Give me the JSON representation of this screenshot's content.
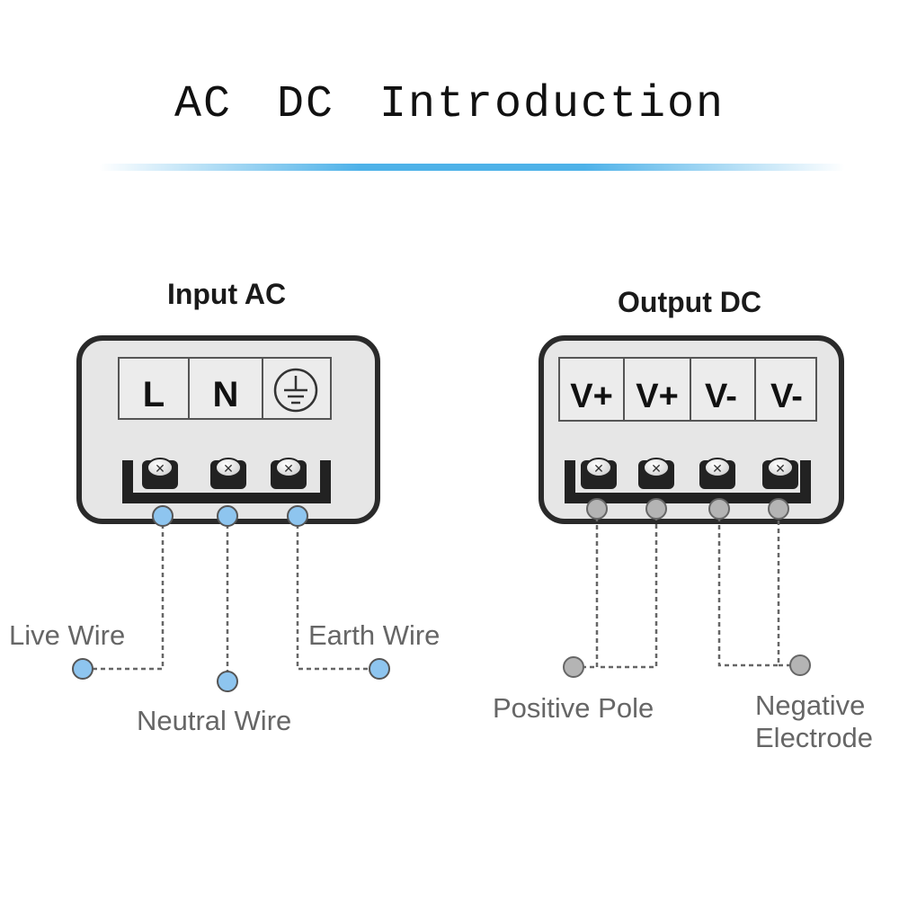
{
  "title": "AC DC Introduction",
  "input": {
    "heading": "Input AC",
    "terminals": [
      "L",
      "N"
    ],
    "earth_icon": "earth-ground-icon",
    "labels": {
      "live": "Live Wire",
      "neutral": "Neutral Wire",
      "earth": "Earth Wire"
    },
    "node_color": "#8ec5ef"
  },
  "output": {
    "heading": "Output DC",
    "terminals": [
      "V+",
      "V+",
      "V-",
      "V-"
    ],
    "labels": {
      "positive": "Positive Pole",
      "negative_line1": "Negative",
      "negative_line2": "Electrode"
    },
    "node_color": "#b4b4b4"
  },
  "colors": {
    "accent_line": "#3aa9e6",
    "box_fill": "#e6e6e6",
    "box_stroke": "#2a2a2a",
    "label_text": "#666666"
  }
}
